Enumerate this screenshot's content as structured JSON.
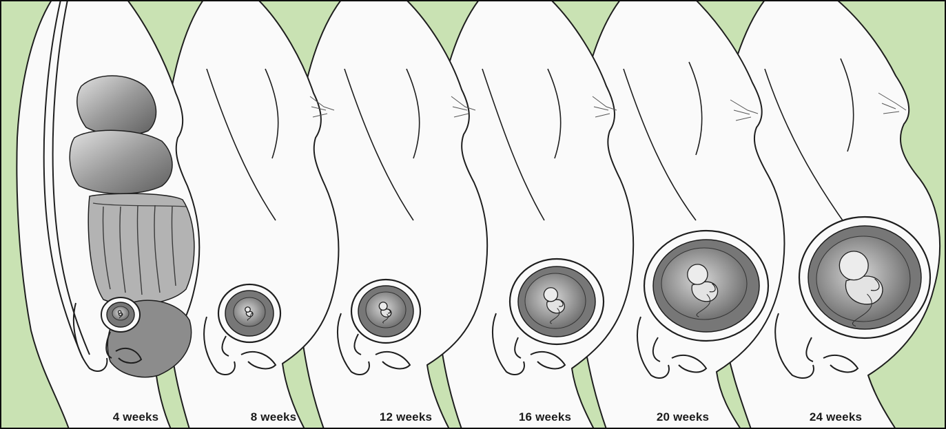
{
  "colors": {
    "background": "#c9e2b3",
    "body_fill": "#fafafa",
    "outline": "#1e1e1e",
    "organ_dark": "#6d6d6d",
    "organ_mid": "#a9a9a9",
    "organ_light": "#dadada",
    "uterus_fill": "#7a7a7a",
    "sac_fill": "#bdbdbd",
    "border": "#0e0e0e"
  },
  "stages": [
    {
      "label": "4 weeks",
      "fetus_scale": 0.1
    },
    {
      "label": "8 weeks",
      "fetus_scale": 0.18
    },
    {
      "label": "12 weeks",
      "fetus_scale": 0.28
    },
    {
      "label": "16 weeks",
      "fetus_scale": 0.48
    },
    {
      "label": "20 weeks",
      "fetus_scale": 0.7
    },
    {
      "label": "24 weeks",
      "fetus_scale": 1.0
    }
  ]
}
